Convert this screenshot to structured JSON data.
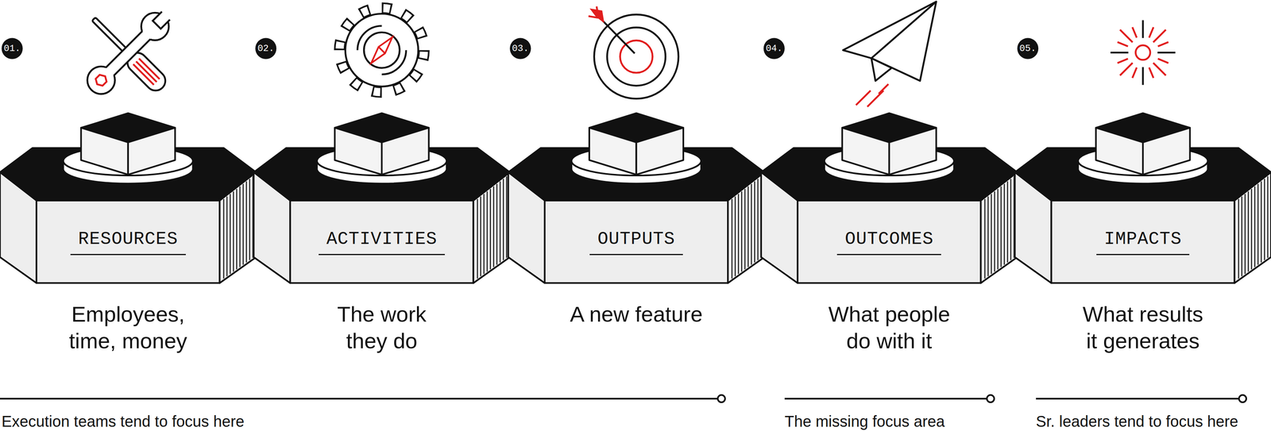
{
  "diagram": {
    "nodes": [
      {
        "text": [
          "RESOURCES",
          "Employees, time, money"
        ]
      },
      {
        "text": [
          "ACTIVITIES",
          "The work they do"
        ]
      },
      {
        "text": [
          "OUTPUTS",
          "A new feature"
        ]
      },
      {
        "text": [
          "OUTCOMES",
          "What people do with it"
        ]
      },
      {
        "text": [
          "IMPACTS",
          "What results it generates"
        ]
      }
    ],
    "labels": [
      "01.",
      "02.",
      "03.",
      "04.",
      "05.",
      "Execution teams tend to focus here",
      "The missing focus area",
      "Sr. leaders tend to focus here"
    ]
  }
}
